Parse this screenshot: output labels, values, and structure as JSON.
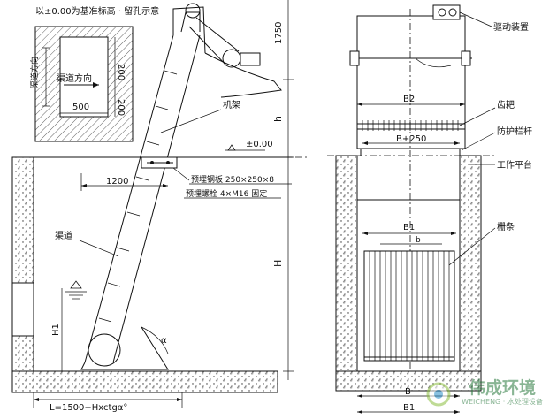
{
  "left": {
    "note_top": "以±0.00为基准标高 · 留孔示意",
    "opening_label": "渠道方向",
    "dim_500": "500",
    "dim_200a": "200",
    "dim_200b": "200",
    "dim_1750": "1750",
    "dim_h": "h",
    "dim_H": "H",
    "dim_H1": "H1",
    "frame_label": "机架",
    "elev_label": "±0.00",
    "dim_1200": "1200",
    "embed_note1": "预埋钢板 250×250×8",
    "embed_note2": "预埋螺栓 4×M16 固定",
    "channel_label": "渠道",
    "angle_label": "α",
    "bottom_dim": "L=1500+Hxctgα°"
  },
  "right": {
    "drive_label": "驱动装置",
    "B2": "B2",
    "rake_label": "齿耙",
    "B250": "B+250",
    "guard_label": "防护栏杆",
    "platform_label": "工作平台",
    "B1_mid": "B1",
    "b_small": "b",
    "grid_label": "栅条",
    "B_bot": "B",
    "B1_bot": "B1"
  },
  "watermark": {
    "brand": "伟成环境",
    "slogan": "WEICHENG · 水处理设备"
  }
}
